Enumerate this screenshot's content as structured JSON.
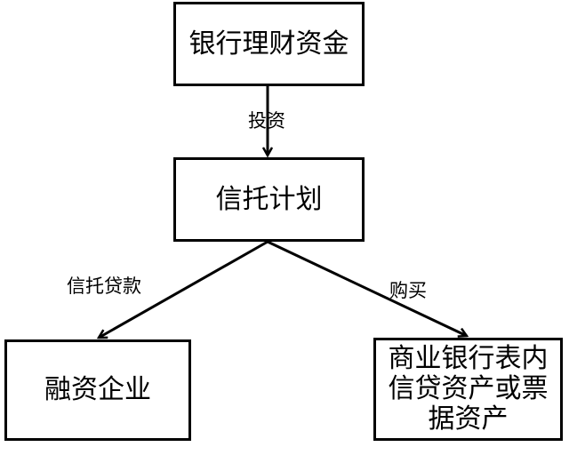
{
  "nodes": {
    "top": {
      "label": "银行理财资金"
    },
    "middle": {
      "label": "信托计划"
    },
    "left": {
      "label": "融资企业"
    },
    "right": {
      "lines": [
        "商业银行表内",
        "信贷资产或票",
        "据资产"
      ]
    }
  },
  "edges": {
    "invest": {
      "label": "投资"
    },
    "loan": {
      "label": "信托贷款"
    },
    "purchase": {
      "label": "购买"
    }
  },
  "colors": {
    "stroke": "#000000",
    "background": "#ffffff"
  }
}
